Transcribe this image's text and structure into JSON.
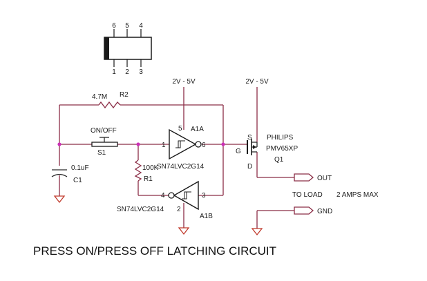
{
  "package": {
    "pins_top": [
      "6",
      "5",
      "4"
    ],
    "pins_bottom": [
      "1",
      "2",
      "3"
    ]
  },
  "power": {
    "a1_supply": "2V - 5V",
    "q1_supply": "2V - 5V"
  },
  "components": {
    "r2": {
      "value": "4.7M",
      "ref": "R2"
    },
    "s1": {
      "value": "ON/OFF",
      "ref": "S1"
    },
    "c1": {
      "value": "0.1uF",
      "ref": "C1"
    },
    "r1": {
      "value": "100K",
      "ref": "R1"
    },
    "a1a": {
      "ref": "A1A",
      "part": "SN74LVC2G14",
      "pin_in": "1",
      "pin_out": "6",
      "pin_vcc": "5"
    },
    "a1b": {
      "ref": "A1B",
      "part": "SN74LVC2G14",
      "pin_in": "3",
      "pin_out": "4",
      "pin_gnd": "2"
    },
    "q1": {
      "maker": "PHILIPS",
      "part": "PMV65XP",
      "ref": "Q1",
      "pin_s": "S",
      "pin_g": "G",
      "pin_d": "D"
    }
  },
  "ports": {
    "out": "OUT",
    "gnd": "GND",
    "load_note": "TO LOAD",
    "max_note": "2 AMPS MAX"
  },
  "title": "PRESS ON/PRESS OFF LATCHING CIRCUIT",
  "colors": {
    "wire": "#8b2d46",
    "junction": "#cc2fb8",
    "ground": "#c0392b"
  }
}
